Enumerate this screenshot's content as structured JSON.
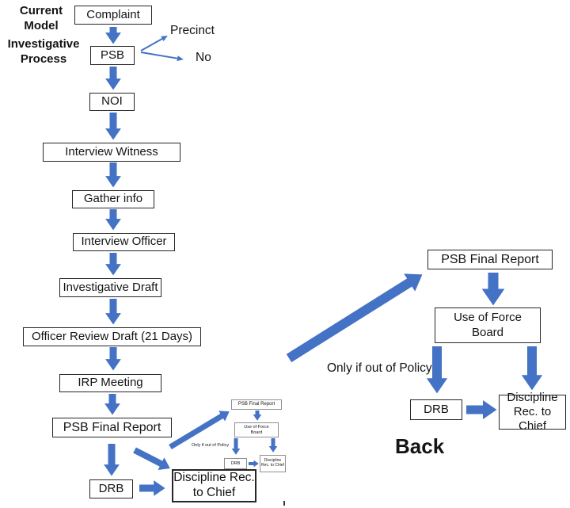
{
  "colors": {
    "arrow": "#4472C4",
    "box_border": "#262626",
    "mini_border": "#8f8f8f"
  },
  "headings": {
    "current_model": "Current\nModel",
    "investigative_process": "Investigative\nProcess",
    "back": "Back"
  },
  "branch_labels": {
    "precinct": "Precinct",
    "no": "No"
  },
  "main_flow": {
    "nodes": [
      {
        "id": "complaint",
        "label": "Complaint"
      },
      {
        "id": "psb",
        "label": "PSB"
      },
      {
        "id": "noi",
        "label": "NOI"
      },
      {
        "id": "interview-witness",
        "label": "Interview Witness"
      },
      {
        "id": "gather-info",
        "label": "Gather info"
      },
      {
        "id": "interview-officer",
        "label": "Interview Officer"
      },
      {
        "id": "investigative-draft",
        "label": "Investigative Draft"
      },
      {
        "id": "officer-review-draft",
        "label": "Officer Review Draft (21 Days)"
      },
      {
        "id": "irp-meeting",
        "label": "IRP Meeting"
      },
      {
        "id": "psb-final-report",
        "label": "PSB Final Report"
      },
      {
        "id": "drb",
        "label": "DRB"
      },
      {
        "id": "discipline-rec-to-chief",
        "label": "Discipline Rec.\nto Chief"
      }
    ]
  },
  "detail_flow": {
    "note": "Only if out of Policy",
    "nodes": [
      {
        "id": "psb-final-report",
        "label": "PSB Final Report"
      },
      {
        "id": "use-of-force-board",
        "label": "Use of Force\nBoard"
      },
      {
        "id": "drb",
        "label": "DRB"
      },
      {
        "id": "discipline-rec-to-chief",
        "label": "Discipline\nRec. to Chief"
      }
    ]
  },
  "mini_flow": {
    "note": "Only if out of Policy",
    "nodes": [
      {
        "id": "psb-final-report",
        "label": "PSB Final Report"
      },
      {
        "id": "use-of-force-board",
        "label": "Use of Force\nBoard"
      },
      {
        "id": "drb",
        "label": "DRB"
      },
      {
        "id": "discipline-rec-to-chief",
        "label": "Discipline\nRec. to Chief"
      }
    ]
  }
}
